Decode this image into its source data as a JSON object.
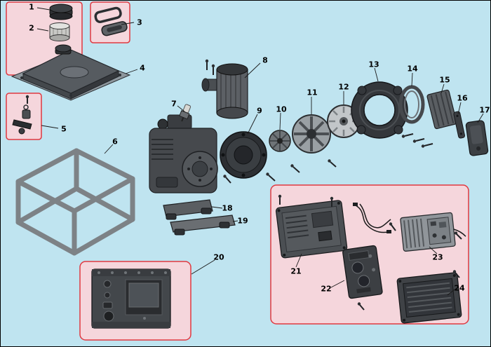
{
  "diagram": {
    "type": "exploded-parts-diagram",
    "subject": "portable generator"
  },
  "colors": {
    "background": "#bfe4f0",
    "callout_fill": "#f5d6dc",
    "callout_border": "#e03840",
    "label_text": "#000000",
    "line_color": "#1a1a1a"
  },
  "part_labels": [
    "1",
    "2",
    "3",
    "4",
    "5",
    "6",
    "7",
    "8",
    "9",
    "10",
    "11",
    "12",
    "13",
    "14",
    "15",
    "16",
    "17",
    "18",
    "19",
    "20",
    "21",
    "22",
    "23",
    "24"
  ]
}
